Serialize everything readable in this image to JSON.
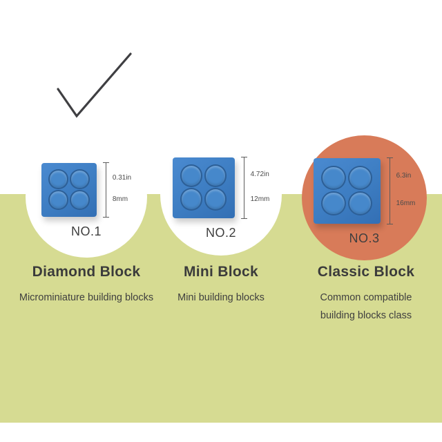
{
  "colors": {
    "band": "#d6db92",
    "highlight": "#d87b59",
    "brick": "#3d7dc2",
    "checkmark": "#3f3f42"
  },
  "checkmark": {
    "meaning": "recommended-mark"
  },
  "items": [
    {
      "number": "NO.1",
      "dim_in": "0.31in",
      "dim_mm": "8mm",
      "title": "Diamond Block",
      "desc1": "Microminiature building blocks",
      "desc2": ""
    },
    {
      "number": "NO.2",
      "dim_in": "4.72in",
      "dim_mm": "12mm",
      "title": "Mini Block",
      "desc1": "Mini building blocks",
      "desc2": ""
    },
    {
      "number": "NO.3",
      "dim_in": "6.3in",
      "dim_mm": "16mm",
      "title": "Classic Block",
      "desc1": "Common compatible",
      "desc2": "building blocks class"
    }
  ]
}
